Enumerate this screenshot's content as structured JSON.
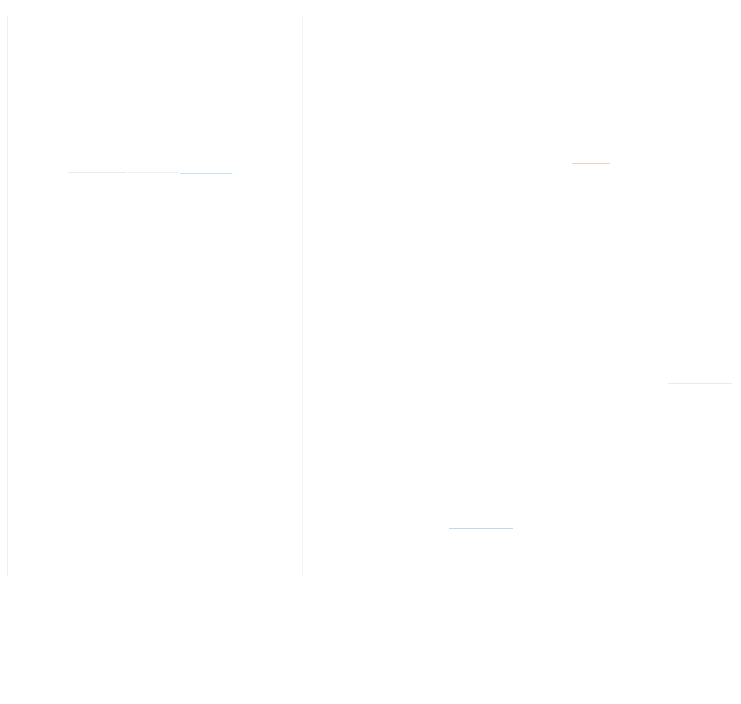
{
  "colors": {
    "pane_border": "#eeeeee",
    "divider": "#f4f4f4",
    "faint_gray": "#dcdcdc",
    "faint_blue": "#9fd0ee",
    "faint_orange": "#f0b28a",
    "faint_blue_link": "#8ec6ea"
  },
  "panes": {
    "left": {
      "lines": [
        {
          "color": "faint_gray"
        },
        {
          "color": "faint_gray"
        },
        {
          "color": "faint_blue"
        }
      ]
    },
    "right": {
      "lines": [
        {
          "color": "faint_orange"
        },
        {
          "color": "faint_gray"
        },
        {
          "color": "faint_blue_link"
        }
      ]
    }
  }
}
